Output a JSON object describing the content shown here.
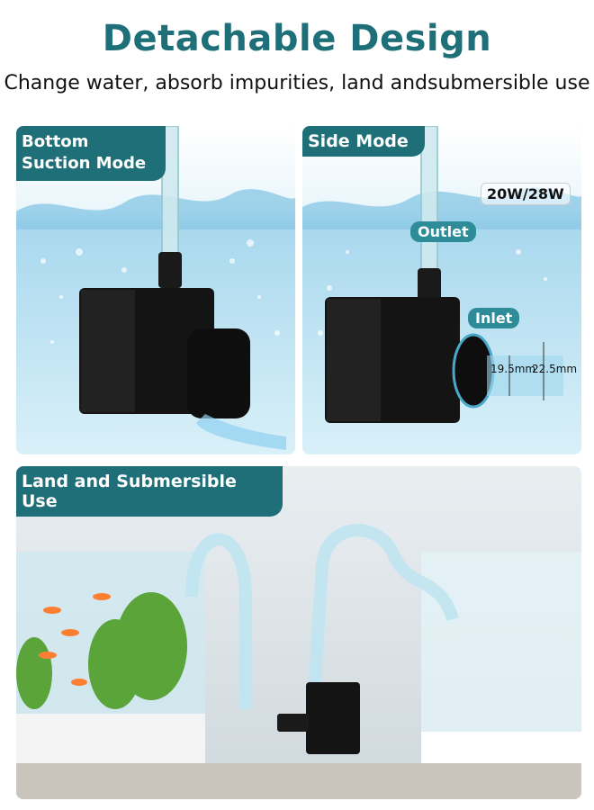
{
  "header": {
    "title": "Detachable Design",
    "subtitle": "Change water, absorb impurities, land andsubmersible use"
  },
  "panels": {
    "bottom_suction": {
      "label": "Bottom Suction Mode"
    },
    "side_mode": {
      "label": "Side Mode",
      "power": "20W/28W",
      "outlet": "Outlet",
      "inlet": "Inlet",
      "dim_inner": "19.5mm",
      "dim_outer": "22.5mm"
    },
    "land_submersible": {
      "label": "Land and Submersible Use"
    }
  },
  "colors": {
    "brand": "#1f6f78",
    "water": "#bfe4f3",
    "pump": "#141414"
  }
}
